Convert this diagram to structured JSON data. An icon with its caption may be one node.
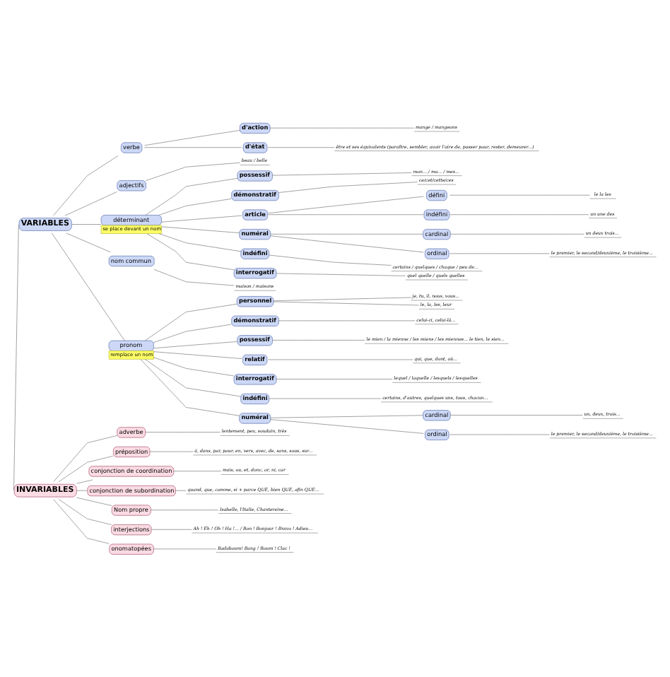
{
  "diagram": {
    "nodes": [
      {
        "text": [
          "VARIABLES"
        ]
      },
      {
        "text": [
          "verbe"
        ]
      },
      {
        "text": [
          "d'action"
        ]
      },
      {
        "text": [
          "mange / mangeons"
        ]
      },
      {
        "text": [
          "d'état"
        ]
      },
      {
        "text": [
          "être et ses équivalents (paraître, sembler, avoir l'aire de, passer pour, rester, demeurer...)"
        ]
      },
      {
        "text": [
          "adjectifs"
        ]
      },
      {
        "text": [
          "beau / belle"
        ]
      },
      {
        "text": [
          "déterminant"
        ],
        "beside": [
          "se place devant un nom"
        ]
      },
      {
        "text": [
          "possessif"
        ]
      },
      {
        "text": [
          "mon... / ma... / mes..."
        ]
      },
      {
        "text": [
          "démonstratif"
        ]
      },
      {
        "text": [
          "ce/cet/cette/ces"
        ]
      },
      {
        "text": [
          "article"
        ]
      },
      {
        "text": [
          "défini"
        ]
      },
      {
        "text": [
          "le la les"
        ]
      },
      {
        "text": [
          "indéfini"
        ]
      },
      {
        "text": [
          "un une des"
        ]
      },
      {
        "text": [
          "numéral"
        ]
      },
      {
        "text": [
          "cardinal"
        ]
      },
      {
        "text": [
          "un deux trois..."
        ]
      },
      {
        "text": [
          "ordinal"
        ]
      },
      {
        "text": [
          "le premier, le second/deuxième, le troisième..."
        ]
      },
      {
        "text": [
          "indéfini"
        ]
      },
      {
        "text": [
          "certains / quelques / chaque / peu de..."
        ]
      },
      {
        "text": [
          "interrogatif"
        ]
      },
      {
        "text": [
          "quel quelle / quels quelles"
        ]
      },
      {
        "text": [
          "nom commun"
        ]
      },
      {
        "text": [
          "maison / maisons"
        ]
      },
      {
        "text": [
          "pronom"
        ],
        "beside": [
          "remplace un nom"
        ]
      },
      {
        "text": [
          "personnel"
        ]
      },
      {
        "text": [
          "je, tu, il, nous, vous..."
        ]
      },
      {
        "text": [
          "le, la, les, leur"
        ]
      },
      {
        "text": [
          "démonstratif"
        ]
      },
      {
        "text": [
          "celui-ci, celui-là..."
        ]
      },
      {
        "text": [
          "possessif"
        ]
      },
      {
        "text": [
          "le mien / la mienne / les miens / les miennes... le tien, le sien..."
        ]
      },
      {
        "text": [
          "relatif"
        ]
      },
      {
        "text": [
          "qui, que, dont, où..."
        ]
      },
      {
        "text": [
          "interrogatif"
        ]
      },
      {
        "text": [
          "lequel / laquelle / lesquels / lesquelles"
        ]
      },
      {
        "text": [
          "indéfini"
        ]
      },
      {
        "text": [
          "certains, d'autres, quelques uns, tous, chacun..."
        ]
      },
      {
        "text": [
          "numéral"
        ]
      },
      {
        "text": [
          "cardinal"
        ]
      },
      {
        "text": [
          "un, deux, trois..."
        ]
      },
      {
        "text": [
          "ordinal"
        ]
      },
      {
        "text": [
          "le premier, le second/deuxième, le troisième..."
        ]
      },
      {
        "text": [
          "INVARIABLES"
        ]
      },
      {
        "text": [
          "adverbe"
        ]
      },
      {
        "text": [
          "lentement, peu, soudain, très"
        ]
      },
      {
        "text": [
          "préposition"
        ]
      },
      {
        "text": [
          "à, dans, par, pour, en, vers, avec, de, sans, sous, sur..."
        ]
      },
      {
        "text": [
          "conjonction de coordination"
        ]
      },
      {
        "text": [
          "mais, ou, et, donc, or, ni, car"
        ]
      },
      {
        "text": [
          "conjonction de subordination"
        ]
      },
      {
        "text": [
          "quand, que, comme, si + parce QUE, bien QUE, afin QUE..."
        ]
      },
      {
        "text": [
          "Nom propre"
        ]
      },
      {
        "text": [
          "Isabelle, l'Italie, Chantereine..."
        ]
      },
      {
        "text": [
          "interjections"
        ]
      },
      {
        "text": [
          "Ah ! Eh ! Oh ! Ha !... / Bon ! Bonjour ! Bravo ! Adieu..."
        ]
      },
      {
        "text": [
          "onomatopées"
        ]
      },
      {
        "text": [
          "Badaboum! Bang ! Boum ! Clac !"
        ]
      }
    ],
    "edges": [
      {
        "from": 48,
        "to": 0,
        "arrow": "none"
      },
      {
        "from": 0,
        "to": 1,
        "arrow": "none"
      },
      {
        "from": 1,
        "to": 2,
        "arrow": "none"
      },
      {
        "from": 2,
        "to": 3,
        "arrow": "none"
      },
      {
        "from": 1,
        "to": 4,
        "arrow": "none"
      },
      {
        "from": 4,
        "to": 5,
        "arrow": "none"
      },
      {
        "from": 0,
        "to": 6,
        "arrow": "none"
      },
      {
        "from": 6,
        "to": 7,
        "arrow": "none"
      },
      {
        "from": 0,
        "to": 8,
        "arrow": "none"
      },
      {
        "from": 8,
        "to": 9,
        "arrow": "none"
      },
      {
        "from": 9,
        "to": 10,
        "arrow": "none"
      },
      {
        "from": 8,
        "to": 11,
        "arrow": "none"
      },
      {
        "from": 11,
        "to": 12,
        "arrow": "none"
      },
      {
        "from": 8,
        "to": 13,
        "arrow": "none"
      },
      {
        "from": 13,
        "to": 14,
        "arrow": "none"
      },
      {
        "from": 14,
        "to": 15,
        "arrow": "none"
      },
      {
        "from": 13,
        "to": 16,
        "arrow": "none"
      },
      {
        "from": 16,
        "to": 17,
        "arrow": "none"
      },
      {
        "from": 8,
        "to": 18,
        "arrow": "none"
      },
      {
        "from": 18,
        "to": 19,
        "arrow": "none"
      },
      {
        "from": 19,
        "to": 20,
        "arrow": "none"
      },
      {
        "from": 18,
        "to": 21,
        "arrow": "none"
      },
      {
        "from": 21,
        "to": 22,
        "arrow": "none"
      },
      {
        "from": 8,
        "to": 23,
        "arrow": "none"
      },
      {
        "from": 23,
        "to": 24,
        "arrow": "none"
      },
      {
        "from": 8,
        "to": 25,
        "arrow": "none"
      },
      {
        "from": 25,
        "to": 26,
        "arrow": "none"
      },
      {
        "from": 0,
        "to": 27,
        "arrow": "none"
      },
      {
        "from": 27,
        "to": 28,
        "arrow": "none"
      },
      {
        "from": 0,
        "to": 29,
        "arrow": "none"
      },
      {
        "from": 29,
        "to": 30,
        "arrow": "none"
      },
      {
        "from": 30,
        "to": 31,
        "arrow": "none"
      },
      {
        "from": 30,
        "to": 32,
        "arrow": "none"
      },
      {
        "from": 29,
        "to": 33,
        "arrow": "none"
      },
      {
        "from": 33,
        "to": 34,
        "arrow": "none"
      },
      {
        "from": 29,
        "to": 35,
        "arrow": "none"
      },
      {
        "from": 35,
        "to": 36,
        "arrow": "none"
      },
      {
        "from": 29,
        "to": 37,
        "arrow": "none"
      },
      {
        "from": 37,
        "to": 38,
        "arrow": "none"
      },
      {
        "from": 29,
        "to": 39,
        "arrow": "none"
      },
      {
        "from": 39,
        "to": 40,
        "arrow": "none"
      },
      {
        "from": 29,
        "to": 41,
        "arrow": "none"
      },
      {
        "from": 41,
        "to": 42,
        "arrow": "none"
      },
      {
        "from": 29,
        "to": 43,
        "arrow": "none"
      },
      {
        "from": 43,
        "to": 44,
        "arrow": "none"
      },
      {
        "from": 44,
        "to": 45,
        "arrow": "none"
      },
      {
        "from": 43,
        "to": 46,
        "arrow": "none"
      },
      {
        "from": 46,
        "to": 47,
        "arrow": "none"
      },
      {
        "from": 48,
        "to": 49,
        "arrow": "none"
      },
      {
        "from": 49,
        "to": 50,
        "arrow": "none"
      },
      {
        "from": 48,
        "to": 51,
        "arrow": "none"
      },
      {
        "from": 51,
        "to": 52,
        "arrow": "none"
      },
      {
        "from": 48,
        "to": 53,
        "arrow": "none"
      },
      {
        "from": 53,
        "to": 54,
        "arrow": "none"
      },
      {
        "from": 48,
        "to": 55,
        "arrow": "none"
      },
      {
        "from": 55,
        "to": 56,
        "arrow": "none"
      },
      {
        "from": 48,
        "to": 57,
        "arrow": "none"
      },
      {
        "from": 57,
        "to": 58,
        "arrow": "none"
      },
      {
        "from": 48,
        "to": 59,
        "arrow": "none"
      },
      {
        "from": 59,
        "to": 60,
        "arrow": "none"
      },
      {
        "from": 48,
        "to": 61,
        "arrow": "none"
      },
      {
        "from": 61,
        "to": 62,
        "arrow": "none"
      }
    ]
  }
}
